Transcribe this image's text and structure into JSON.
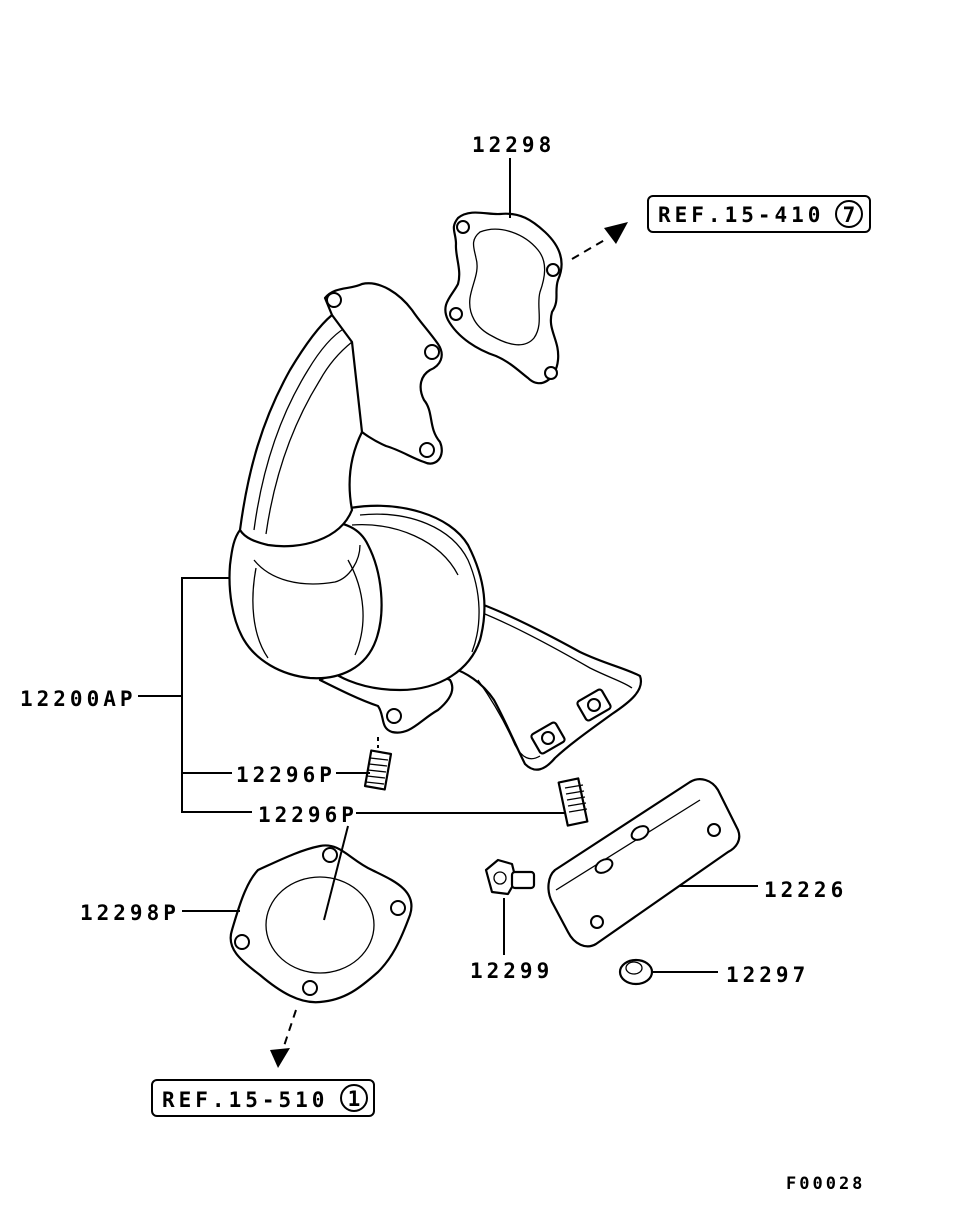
{
  "diagram": {
    "figure_code": "F00028",
    "references": [
      {
        "text": "REF.15-410",
        "circled": "7"
      },
      {
        "text": "REF.15-510",
        "circled": "1"
      }
    ],
    "callouts": {
      "gasket_upper": "12298",
      "catalytic_converter": "12200AP",
      "stud_upper": "12296P",
      "stud_lower": "12296P",
      "gasket_lower": "12298P",
      "bracket": "12226",
      "bolt": "12299",
      "nut": "12297"
    }
  }
}
